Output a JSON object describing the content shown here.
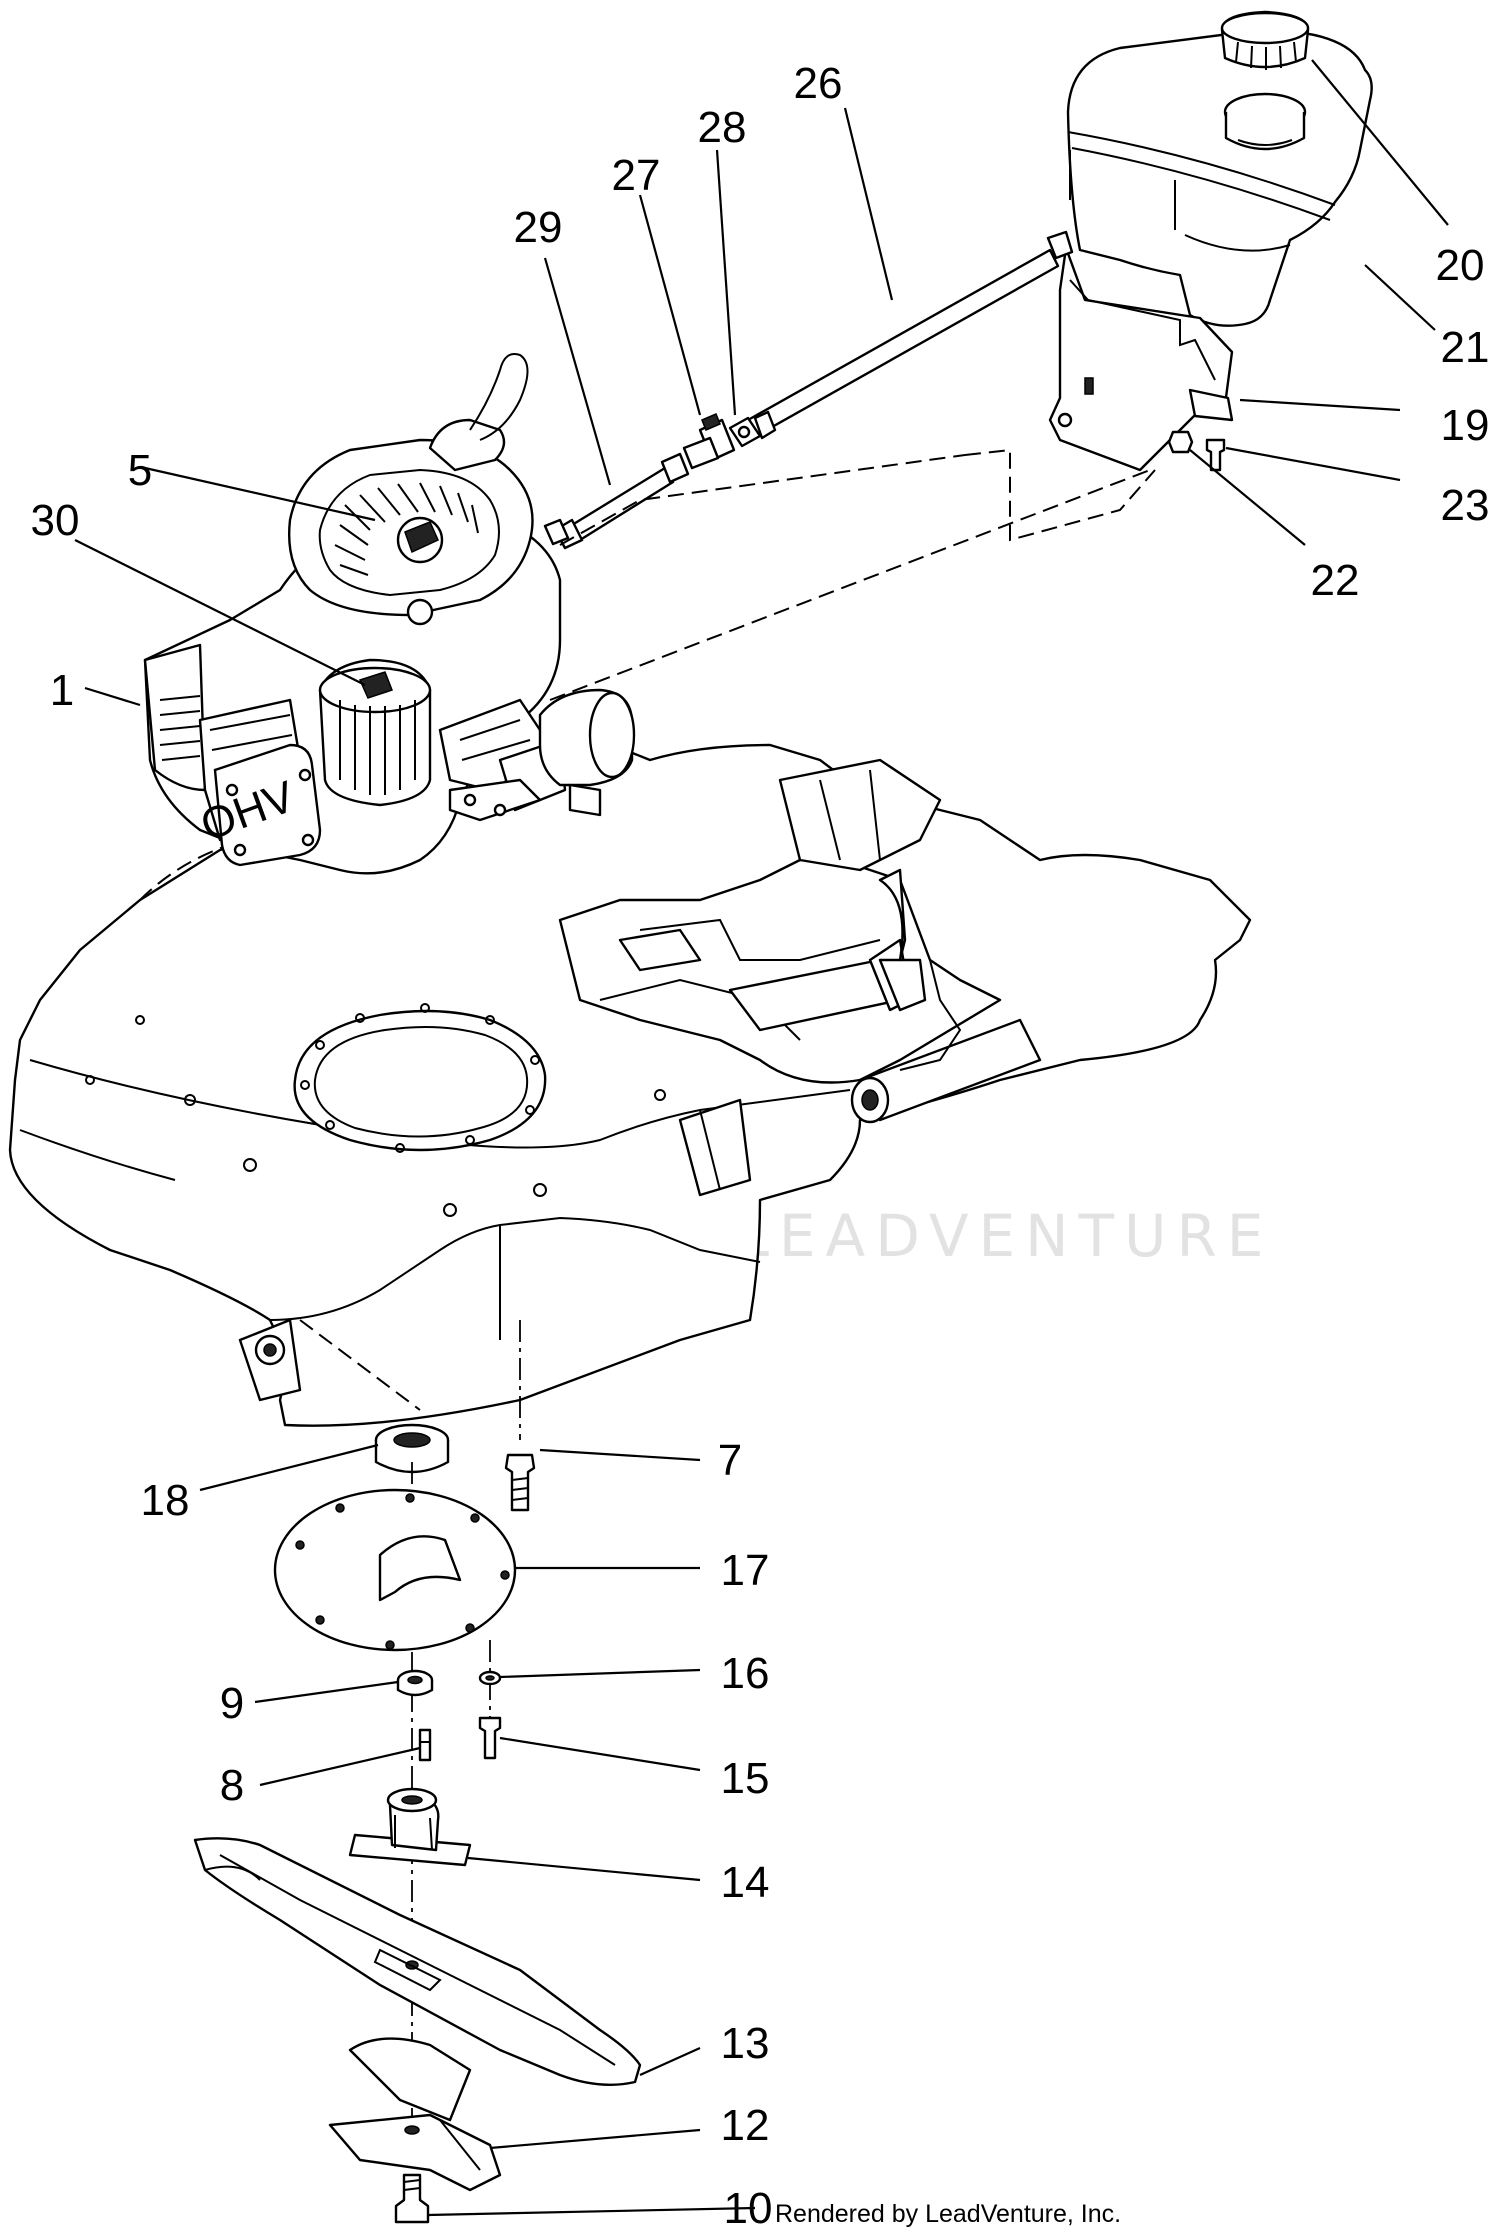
{
  "diagram": {
    "callouts": [
      {
        "id": "1",
        "label": "1"
      },
      {
        "id": "5",
        "label": "5"
      },
      {
        "id": "7",
        "label": "7"
      },
      {
        "id": "8",
        "label": "8"
      },
      {
        "id": "9",
        "label": "9"
      },
      {
        "id": "10",
        "label": "10"
      },
      {
        "id": "12",
        "label": "12"
      },
      {
        "id": "13",
        "label": "13"
      },
      {
        "id": "14",
        "label": "14"
      },
      {
        "id": "15",
        "label": "15"
      },
      {
        "id": "16",
        "label": "16"
      },
      {
        "id": "17",
        "label": "17"
      },
      {
        "id": "18",
        "label": "18"
      },
      {
        "id": "19",
        "label": "19"
      },
      {
        "id": "20",
        "label": "20"
      },
      {
        "id": "21",
        "label": "21"
      },
      {
        "id": "22",
        "label": "22"
      },
      {
        "id": "23",
        "label": "23"
      },
      {
        "id": "26",
        "label": "26"
      },
      {
        "id": "27",
        "label": "27"
      },
      {
        "id": "28",
        "label": "28"
      },
      {
        "id": "29",
        "label": "29"
      },
      {
        "id": "30",
        "label": "30"
      }
    ],
    "engine_marking": "OHV",
    "watermark": "LEADVENTURE",
    "credit": "Rendered by LeadVenture, Inc."
  },
  "colors": {
    "line": "#000000",
    "background": "#ffffff",
    "watermark": "#e2e2e2"
  }
}
